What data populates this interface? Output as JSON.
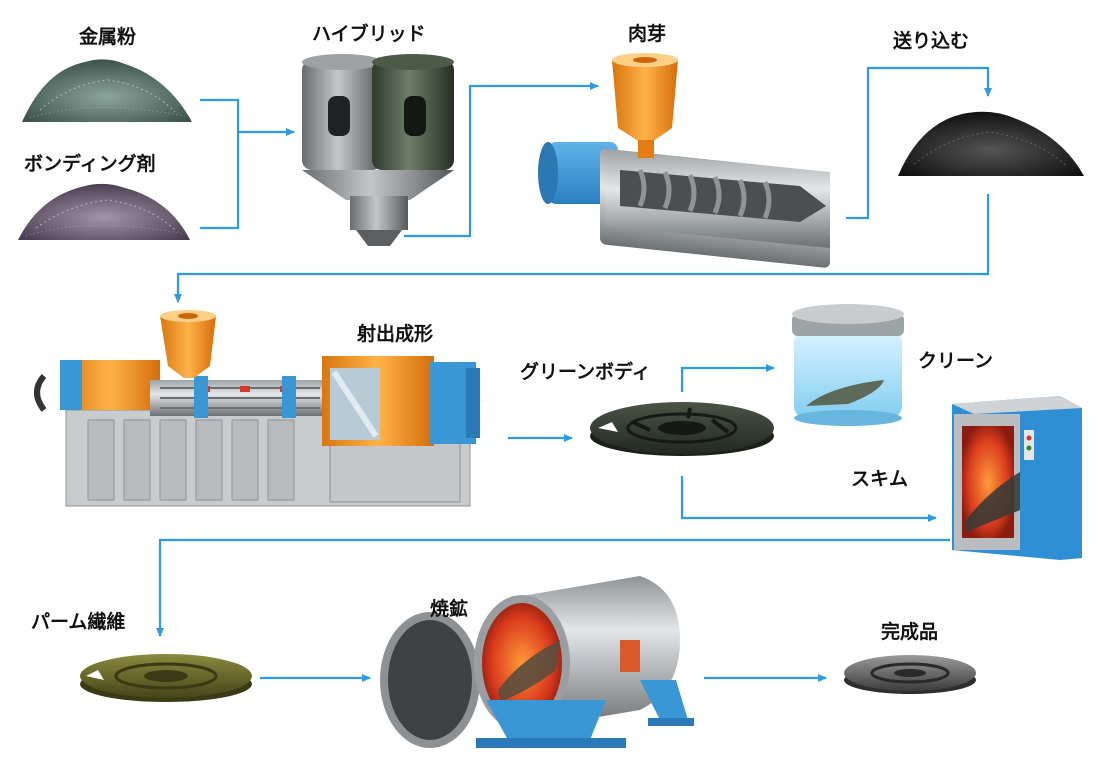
{
  "labels": {
    "metal_powder": "金属粉",
    "binder": "ボンディング剤",
    "hybrid": "ハイブリッド",
    "granulate": "肉芽",
    "feed": "送り込む",
    "injection_molding": "射出成形",
    "green_body": "グリーンボディ",
    "clean": "クリーン",
    "skim": "スキム",
    "palm_fiber": "パーム繊維",
    "sintering": "焼鉱",
    "finished_product": "完成品"
  },
  "colors": {
    "arrow": "#2e9ae6",
    "machine_orange": "#f08a1c",
    "machine_blue": "#3a97d6",
    "hopper_orange": "#f39a2b"
  }
}
